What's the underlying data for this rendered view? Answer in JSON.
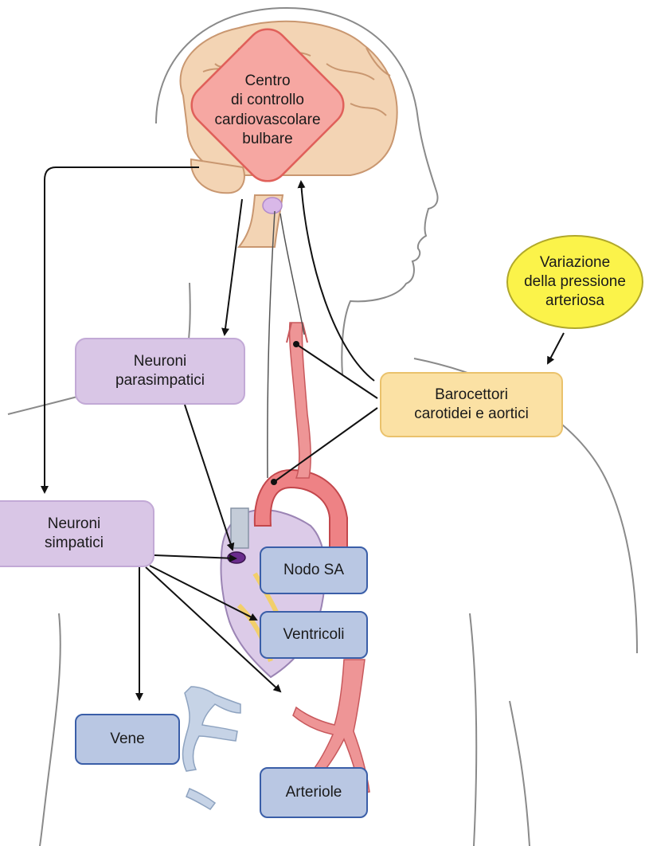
{
  "diagram": {
    "control_center": {
      "lines": [
        "Centro",
        "di controllo",
        "cardiovascolare",
        "bulbare"
      ],
      "fill": "#f6a7a2",
      "border": "#e0605a"
    },
    "stimulus": {
      "lines": [
        "Variazione",
        "della pressione",
        "arteriosa"
      ]
    },
    "baroreceptors": {
      "lines": [
        "Barocettori",
        "carotidei e aortici"
      ]
    },
    "parasympathetic": {
      "lines": [
        "Neuroni",
        "parasimpatici"
      ]
    },
    "sympathetic": {
      "lines": [
        "Neuroni",
        "simpatici"
      ]
    },
    "targets": {
      "sa_node": "Nodo SA",
      "ventricles": "Ventricoli",
      "veins": "Vene",
      "arterioles": "Arteriole"
    },
    "colors": {
      "outline": "#8a8a8a",
      "arrow": "#111111",
      "artery": "#e8787a",
      "vein": "#aebfd6",
      "heart": "#d8c9e6"
    }
  }
}
